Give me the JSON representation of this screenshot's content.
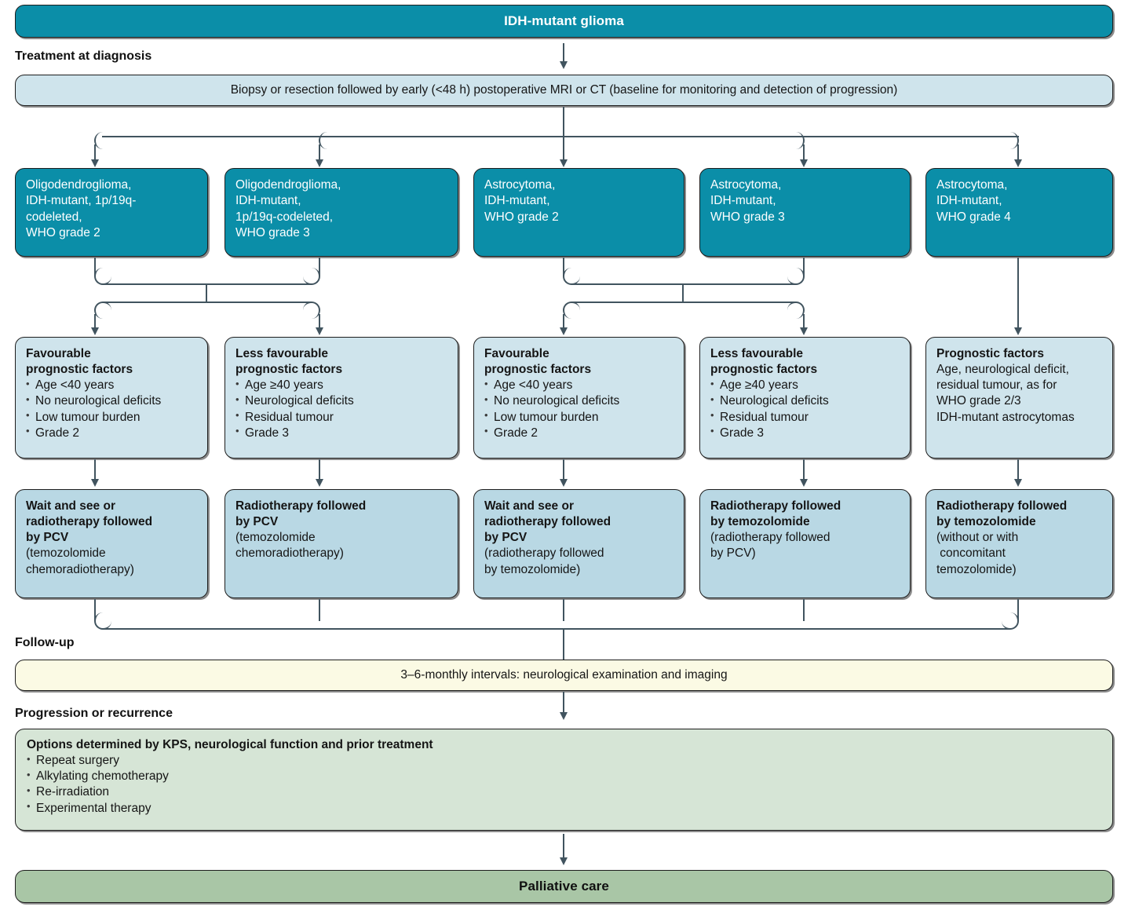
{
  "title_banner": {
    "label": "IDH-mutant glioma"
  },
  "sections": {
    "treatment_at_diagnosis": "Treatment at diagnosis",
    "follow_up": "Follow-up",
    "progression_or_recurrence": "Progression or recurrence"
  },
  "baseline_box": {
    "label": "Biopsy or resection followed by early (<48 h)  postoperative MRI or CT (baseline for monitoring and detection of progression)"
  },
  "diagnosis_boxes": [
    {
      "lines": [
        "Oligodendroglioma,",
        "IDH-mutant, 1p/19q-",
        "codeleted,",
        "WHO grade 2"
      ]
    },
    {
      "lines": [
        "Oligodendroglioma,",
        "IDH-mutant,",
        "1p/19q-codeleted,",
        "WHO grade 3"
      ]
    },
    {
      "lines": [
        "Astrocytoma,",
        "IDH-mutant,",
        "WHO grade 2"
      ]
    },
    {
      "lines": [
        "Astrocytoma,",
        "IDH-mutant,",
        "WHO grade 3"
      ]
    },
    {
      "lines": [
        "Astrocytoma,",
        "IDH-mutant,",
        "WHO grade 4"
      ]
    }
  ],
  "prognostic_boxes": [
    {
      "heading_lines": [
        "Favourable",
        "prognostic factors"
      ],
      "bullets": [
        "Age <40 years",
        "No neurological deficits",
        "Low tumour burden",
        "Grade 2"
      ],
      "plain_lines": []
    },
    {
      "heading_lines": [
        "Less favourable",
        "prognostic factors"
      ],
      "bullets": [
        "Age ≥40 years",
        "Neurological deficits",
        "Residual tumour",
        "Grade 3"
      ],
      "plain_lines": []
    },
    {
      "heading_lines": [
        "Favourable",
        "prognostic factors"
      ],
      "bullets": [
        "Age <40 years",
        "No neurological deficits",
        "Low tumour burden",
        "Grade 2"
      ],
      "plain_lines": []
    },
    {
      "heading_lines": [
        "Less favourable",
        "prognostic factors"
      ],
      "bullets": [
        "Age ≥40 years",
        "Neurological deficits",
        "Residual tumour",
        "Grade 3"
      ],
      "plain_lines": []
    },
    {
      "heading_lines": [
        "Prognostic factors"
      ],
      "bullets": [],
      "plain_lines": [
        "Age, neurological deficit,",
        "residual tumour, as for",
        "WHO grade 2/3",
        "IDH-mutant astrocytomas"
      ]
    }
  ],
  "treatment_boxes": [
    {
      "heading_lines": [
        "Wait and see or",
        "radiotherapy followed",
        "by PCV"
      ],
      "plain_lines": [
        "(temozolomide",
        "chemoradiotherapy)"
      ]
    },
    {
      "heading_lines": [
        "Radiotherapy followed",
        "by PCV"
      ],
      "plain_lines": [
        "(temozolomide",
        "chemoradiotherapy)"
      ]
    },
    {
      "heading_lines": [
        "Wait and see or",
        "radiotherapy followed",
        "by PCV"
      ],
      "plain_lines": [
        "(radiotherapy followed",
        "by temozolomide)"
      ]
    },
    {
      "heading_lines": [
        "Radiotherapy followed",
        "by temozolomide"
      ],
      "plain_lines": [
        "(radiotherapy followed",
        "by PCV)"
      ]
    },
    {
      "heading_lines": [
        "Radiotherapy followed",
        "by temozolomide"
      ],
      "plain_lines": [
        "(without or with",
        " concomitant",
        "temozolomide)"
      ]
    }
  ],
  "followup_box": {
    "label": "3–6-monthly intervals: neurological examination and imaging"
  },
  "progression_box": {
    "heading": "Options determined by KPS, neurological function and prior treatment",
    "bullets": [
      "Repeat surgery",
      "Alkylating chemotherapy",
      "Re-irradiation",
      "Experimental therapy"
    ]
  },
  "palliative_box": {
    "label": "Palliative care"
  },
  "colors": {
    "teal": "#0b8ea8",
    "light_blue": "#cfe4ec",
    "pale_blue": "#b9d8e4",
    "cream": "#fbfae4",
    "green_light": "#d6e5d6",
    "green_dark": "#a9c6a6",
    "connector": "#41545f"
  }
}
